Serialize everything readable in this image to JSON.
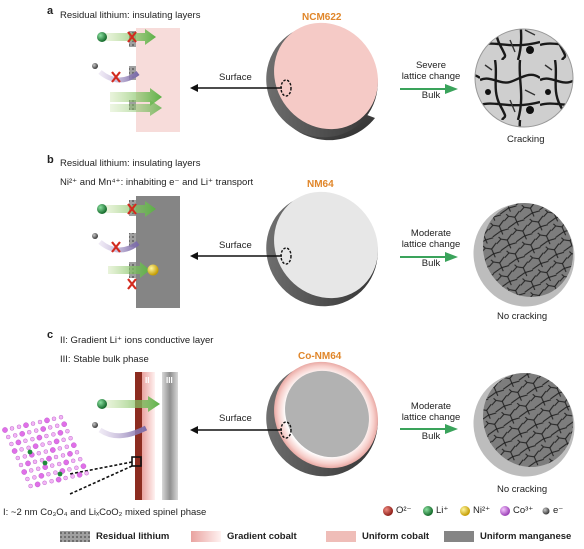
{
  "colors": {
    "material_label": "#e0862a",
    "surface_pink": "#f3c9c6",
    "bulk_gray": "#5a5a5a",
    "gradient_dark": "#8c2c20",
    "arrow_green": "#3aa35b",
    "li_green": "#1f8a3a",
    "ni_yellow": "#e5c51a",
    "co_violet": "#c678d9",
    "o_red": "#b8322a",
    "electron_gray": "#6a6a6a",
    "cross_red": "#d22b1f"
  },
  "panel_a": {
    "letter": "a",
    "caption": "Residual lithium: insulating layers",
    "material": "NCM622",
    "surface_label": "Surface",
    "bulk_lines": [
      "Severe",
      "lattice change"
    ],
    "bulk_label": "Bulk",
    "result": "Cracking"
  },
  "panel_b": {
    "letter": "b",
    "caption_1": "Residual lithium: insulating layers",
    "caption_2": "Ni²⁺ and Mn⁴⁺: inhabiting e⁻ and Li⁺ transport",
    "material": "NM64",
    "surface_label": "Surface",
    "bulk_lines": [
      "Moderate",
      "lattice change"
    ],
    "bulk_label": "Bulk",
    "result": "No cracking"
  },
  "panel_c": {
    "letter": "c",
    "caption_1": "II: Gradient Li⁺ ions conductive layer",
    "caption_2": "III: Stable bulk phase",
    "layer_II": "II",
    "layer_III": "III",
    "material": "Co-NM64",
    "surface_label": "Surface",
    "bulk_lines": [
      "Moderate",
      "lattice change"
    ],
    "bulk_label": "Bulk",
    "result": "No cracking",
    "footnote": "I: ~2 nm Co₃O₄ and LiₓCoO₂ mixed spinel phase"
  },
  "ion_legend": [
    {
      "symbol": "O²⁻",
      "icon": "o-ion-icon"
    },
    {
      "symbol": "Li⁺",
      "icon": "li-ion-icon"
    },
    {
      "symbol": "Ni²⁺",
      "icon": "ni-ion-icon"
    },
    {
      "symbol": "Co³⁺",
      "icon": "co-ion-icon"
    },
    {
      "symbol": "e⁻",
      "icon": "electron-icon"
    }
  ],
  "layer_legend": [
    {
      "label": "Residual lithium"
    },
    {
      "label": "Gradient cobalt"
    },
    {
      "label": "Uniform cobalt"
    },
    {
      "label": "Uniform manganese"
    }
  ]
}
